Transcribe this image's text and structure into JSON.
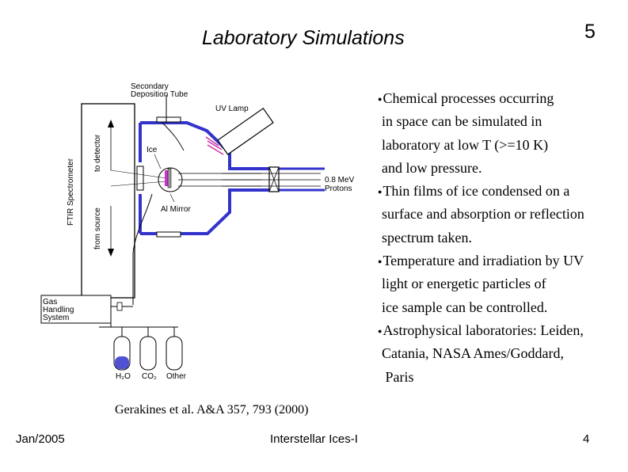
{
  "slide": {
    "title": "Laboratory Simulations",
    "number": "5"
  },
  "bullets": [
    [
      "Chemical processes occurring",
      "in space can be simulated in",
      "laboratory at low T (>=10 K)",
      "and low pressure."
    ],
    [
      "Thin films of ice condensed on a",
      "surface and absorption or reflection",
      "spectrum taken."
    ],
    [
      "Temperature and irradiation by UV",
      "light or energetic particles of",
      "ice sample can be controlled."
    ],
    [
      "Astrophysical laboratories: Leiden,",
      "Catania, NASA Ames/Goddard,",
      " Paris"
    ]
  ],
  "bullet_glyph": "●",
  "citation": "Gerakines et al. A&A 357, 793 (2000)",
  "footer": {
    "date": "Jan/2005",
    "title": "Interstellar Ices-I",
    "page": "4"
  },
  "diagram": {
    "labels": {
      "secondary_line1": "Secondary",
      "secondary_line2": "Deposition Tube",
      "uv_lamp": "UV Lamp",
      "ice": "Ice",
      "al_mirror": "Al Mirror",
      "protons_line1": "0.8 MeV",
      "protons_line2": "Protons",
      "ftir": "FTIR Spectrometer",
      "to_detector": "to detector",
      "from_source": "from source",
      "gas_line1": "Gas",
      "gas_line2": "Handling",
      "gas_line3": "System",
      "h2o": "H₂O",
      "co2": "CO₂",
      "other": "Other"
    },
    "colors": {
      "chamber": "#3333cc",
      "uv_beam": "#cc33aa",
      "ice": "#cc33cc"
    }
  }
}
